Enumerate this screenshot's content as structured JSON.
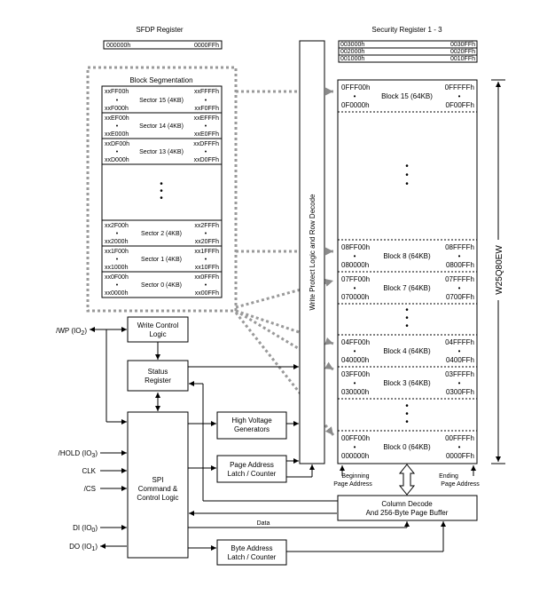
{
  "sfdp": {
    "title": "SFDP Register",
    "start": "000000h",
    "end": "0000FFh"
  },
  "security": {
    "title": "Security Register 1 - 3",
    "rows": [
      {
        "start": "003000h",
        "end": "0030FFh"
      },
      {
        "start": "002000h",
        "end": "0020FFh"
      },
      {
        "start": "001000h",
        "end": "0010FFh"
      }
    ]
  },
  "block_seg": {
    "title": "Block Segmentation",
    "sectors": [
      {
        "top": "xxFF00h",
        "top_r": "xxFFFFh",
        "label": "Sector 15 (4KB)",
        "bot": "xxF000h",
        "bot_r": "xxF0FFh"
      },
      {
        "top": "xxEF00h",
        "top_r": "xxEFFFh",
        "label": "Sector 14 (4KB)",
        "bot": "xxE000h",
        "bot_r": "xxE0FFh"
      },
      {
        "top": "xxDF00h",
        "top_r": "xxDFFFh",
        "label": "Sector 13 (4KB)",
        "bot": "xxD000h",
        "bot_r": "xxD0FFh"
      },
      {
        "top": "xx2F00h",
        "top_r": "xx2FFFh",
        "label": "Sector 2 (4KB)",
        "bot": "xx2000h",
        "bot_r": "xx20FFh"
      },
      {
        "top": "xx1F00h",
        "top_r": "xx1FFFh",
        "label": "Sector 1 (4KB)",
        "bot": "xx1000h",
        "bot_r": "xx10FFh"
      },
      {
        "top": "xx0F00h",
        "top_r": "xx0FFFh",
        "label": "Sector 0 (4KB)",
        "bot": "xx0000h",
        "bot_r": "xx00FFh"
      }
    ]
  },
  "memory": {
    "chip": "W25Q80EW",
    "blocks": [
      {
        "tl": "0FFF00h",
        "tr": "0FFFFFh",
        "label": "Block 15 (64KB)",
        "bl": "0F0000h",
        "br": "0F00FFh"
      },
      {
        "tl": "08FF00h",
        "tr": "08FFFFh",
        "label": "Block 8 (64KB)",
        "bl": "080000h",
        "br": "0800FFh"
      },
      {
        "tl": "07FF00h",
        "tr": "07FFFFh",
        "label": "Block 7 (64KB)",
        "bl": "070000h",
        "br": "0700FFh"
      },
      {
        "tl": "04FF00h",
        "tr": "04FFFFh",
        "label": "Block 4 (64KB)",
        "bl": "040000h",
        "br": "0400FFh"
      },
      {
        "tl": "03FF00h",
        "tr": "03FFFFh",
        "label": "Block 3 (64KB)",
        "bl": "030000h",
        "br": "0300FFh"
      },
      {
        "tl": "00FF00h",
        "tr": "00FFFFh",
        "label": "Block 0 (64KB)",
        "bl": "000000h",
        "br": "0000FFh"
      }
    ]
  },
  "write_protect": "Write Protect Logic and Row Decode",
  "beginning_page": [
    "Beginning",
    "Page Address"
  ],
  "ending_page": [
    "Ending",
    "Page Address"
  ],
  "wcl": [
    "Write Control",
    "Logic"
  ],
  "status": [
    "Status",
    "Register"
  ],
  "hv": [
    "High Voltage",
    "Generators"
  ],
  "pal": [
    "Page Address",
    "Latch / Counter"
  ],
  "spi": [
    "SPI",
    "Command &",
    "Control Logic"
  ],
  "col": [
    "Column Decode",
    "And 256-Byte Page Buffer"
  ],
  "bal": [
    "Byte Address",
    "Latch / Counter"
  ],
  "data_label": "Data",
  "pins": {
    "wp": {
      "pre": "/WP (IO",
      "sub": "2",
      "post": ")"
    },
    "hold": {
      "pre": "/HOLD (IO",
      "sub": "3",
      "post": ")"
    },
    "clk": {
      "pre": "CLK",
      "sub": "",
      "post": ""
    },
    "cs": {
      "pre": "/CS",
      "sub": "",
      "post": ""
    },
    "di": {
      "pre": "DI (IO",
      "sub": "0",
      "post": ")"
    },
    "do": {
      "pre": "DO (IO",
      "sub": "1",
      "post": ")"
    }
  }
}
